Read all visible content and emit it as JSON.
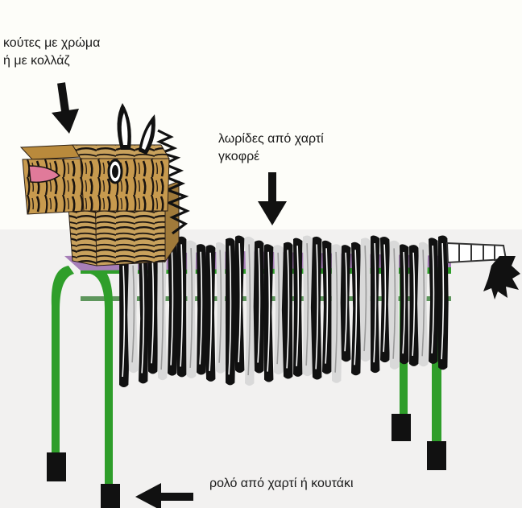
{
  "annotations": {
    "boxes": {
      "line1": "κούτες με χρώμα",
      "line2": "ή με κολλάζ"
    },
    "strips": {
      "line1": "λωρίδες από χαρτί",
      "line2": "γκοφρέ"
    },
    "roll": {
      "line1": "ρολό από χαρτί ή κουτάκι"
    }
  },
  "colors": {
    "leg_green": "#2f9e2a",
    "leg_green_dark": "#1f6f1c",
    "foot": "#111111",
    "box_brown": "#c79a4e",
    "stripe": "#111111",
    "light_strip": "#d9d9d9",
    "mouth_pink": "#e07a9a",
    "tail_band": "#333333"
  }
}
